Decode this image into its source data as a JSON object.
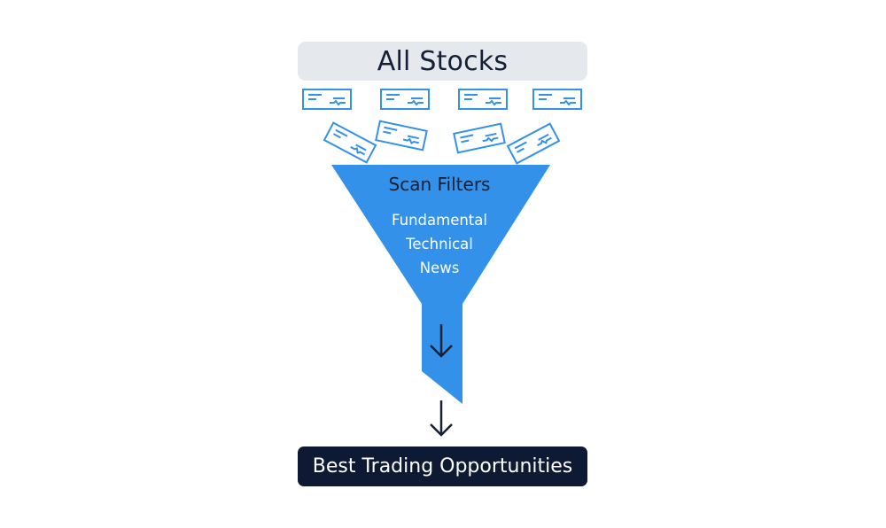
{
  "diagram": {
    "top_label": "All Stocks",
    "funnel_title": "Scan Filters",
    "filters": [
      "Fundamental",
      "Technical",
      "News"
    ],
    "bottom_label": "Best Trading Opportunities"
  },
  "colors": {
    "funnel_blue": "#3391ea",
    "card_outline": "#3391ea",
    "dark_navy": "#0e1a33",
    "light_grey": "#e5e8ec"
  },
  "icons": [
    "stock-card-icon",
    "down-arrow-icon"
  ]
}
